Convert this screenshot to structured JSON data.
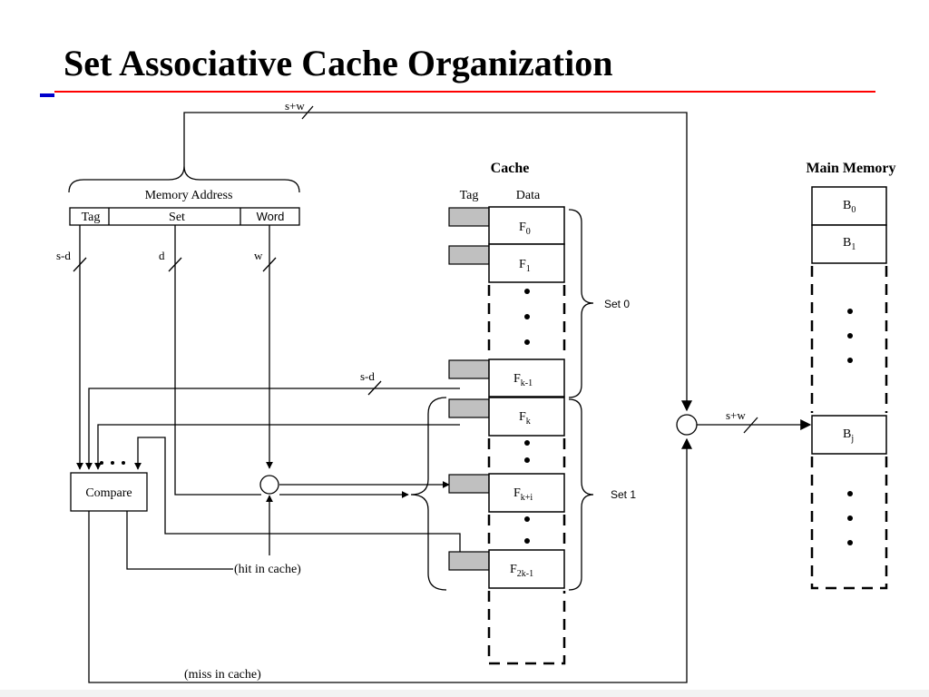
{
  "slide": {
    "title": "Set Associative Cache Organization"
  },
  "diagram": {
    "memory_address": {
      "label": "Memory Address",
      "fields": {
        "tag": "Tag",
        "set": "Set",
        "word": "Word"
      },
      "bus_total": "s+w",
      "bus_tag": "s-d",
      "bus_set": "d",
      "bus_word": "w"
    },
    "cache": {
      "title": "Cache",
      "col_tag": "Tag",
      "col_data": "Data",
      "lines": [
        {
          "base": "F",
          "sub": "0"
        },
        {
          "base": "F",
          "sub": "1"
        },
        {
          "base": "F",
          "sub": "k-1"
        },
        {
          "base": "F",
          "sub": "k"
        },
        {
          "base": "F",
          "sub": "k+i"
        },
        {
          "base": "F",
          "sub": "2k-1"
        }
      ],
      "set0_label": "Set 0",
      "set1_label": "Set 1",
      "tag_bus_label": "s-d"
    },
    "compare": {
      "label": "Compare",
      "hit_label": "(hit in cache)",
      "miss_label": "(miss in cache)"
    },
    "main_memory": {
      "title": "Main Memory",
      "blocks": [
        {
          "base": "B",
          "sub": "0"
        },
        {
          "base": "B",
          "sub": "1"
        },
        {
          "base": "B",
          "sub": "j"
        }
      ],
      "bus_label": "s+w"
    },
    "colors": {
      "tag_fill": "#c0c0c0",
      "title_rule": "#ff0000",
      "accent": "#0000cc"
    }
  }
}
